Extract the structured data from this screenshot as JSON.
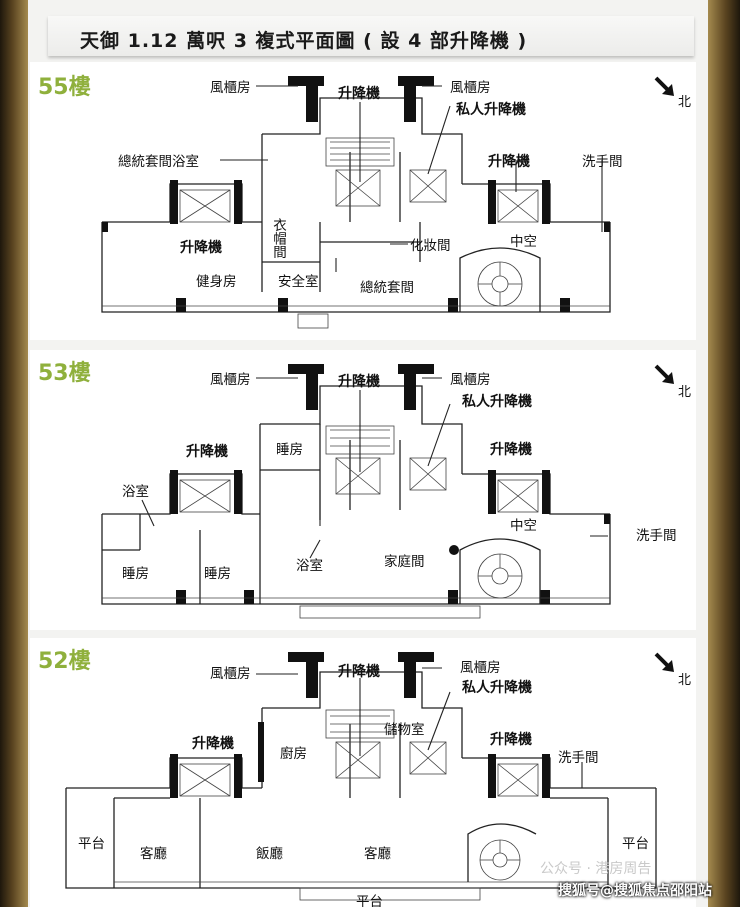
{
  "title": "天御 1.12 萬呎 3 複式平面圖 ( 設 4 部升降機 )",
  "compass_north": "北",
  "floors": [
    {
      "level": "55樓",
      "labels": {
        "wardrobe_left": "風櫃房",
        "lift_center": "升降機",
        "wardrobe_right": "風櫃房",
        "private_lift": "私人升降機",
        "master_bath": "總統套間浴室",
        "lift_right": "升降機",
        "powder": "洗手間",
        "cloak": "衣帽間",
        "lift_left": "升降機",
        "vanity": "化妝間",
        "void": "中空",
        "gym": "健身房",
        "safe_room": "安全室",
        "master_suite": "總統套間"
      }
    },
    {
      "level": "53樓",
      "labels": {
        "wardrobe_left": "風櫃房",
        "lift_center": "升降機",
        "wardrobe_right": "風櫃房",
        "private_lift": "私人升降機",
        "bedroom_top": "睡房",
        "lift_left": "升降機",
        "lift_right": "升降機",
        "bath_left": "浴室",
        "void": "中空",
        "powder": "洗手間",
        "bedroom_1": "睡房",
        "bedroom_2": "睡房",
        "bath_center": "浴室",
        "family_room": "家庭間"
      }
    },
    {
      "level": "52樓",
      "labels": {
        "wardrobe_left": "風櫃房",
        "lift_center": "升降機",
        "wardrobe_right": "風櫃房",
        "private_lift": "私人升降機",
        "storage": "儲物室",
        "lift_left": "升降機",
        "kitchen": "廚房",
        "lift_right": "升降機",
        "powder": "洗手間",
        "terrace_left": "平台",
        "living_left": "客廳",
        "dining": "飯廳",
        "living_right": "客廳",
        "terrace_right": "平台",
        "terrace_bottom": "平台"
      }
    }
  ],
  "watermark": "公众号 · 港房周告",
  "source": "搜狐号@搜狐焦点邵阳站"
}
